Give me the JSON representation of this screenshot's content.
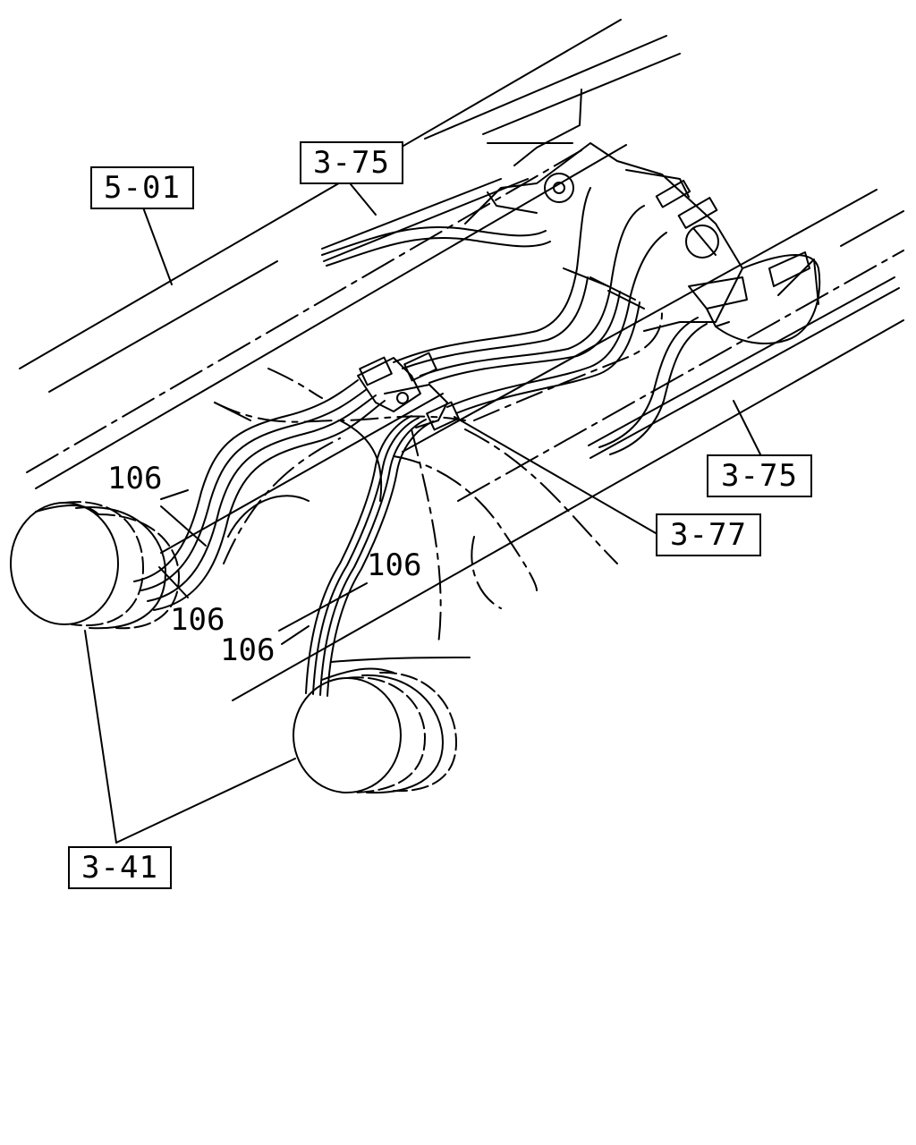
{
  "references": {
    "ref_5_01": "5-01",
    "ref_3_75_top": "3-75",
    "ref_3_75_right": "3-75",
    "ref_3_77": "3-77",
    "ref_3_41": "3-41"
  },
  "callouts": {
    "c106_upper_left": "106",
    "c106_lower_left": "106",
    "c106_center_upper": "106",
    "c106_center_lower": "106"
  }
}
